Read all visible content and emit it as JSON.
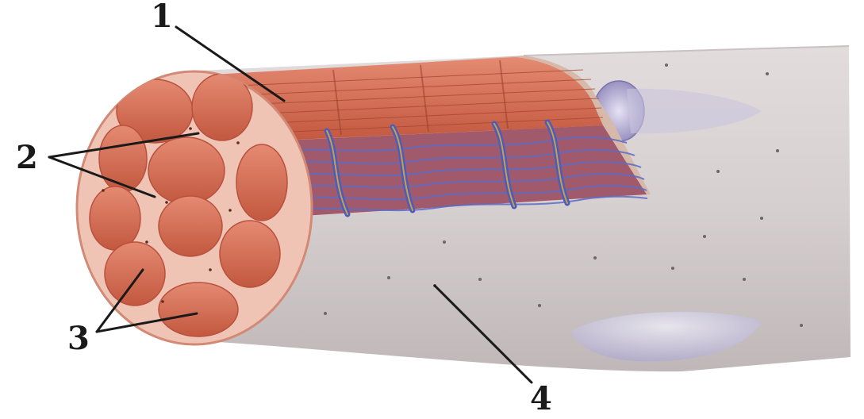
{
  "labels": {
    "one": "1",
    "two": "2",
    "three": "3",
    "four": "4"
  },
  "colors": {
    "background": "#ffffff",
    "sarcolemma": "#d2cbcb",
    "sarcolemma_shadow": "#b9b1b2",
    "myofibril": "#d9705a",
    "myofibril_edge": "#b8503d",
    "perimysium": "#f0c4b4",
    "reticulum_blue": "#5a6cc8",
    "t_tubule": "#c9a040",
    "nucleus": "#8a82b8",
    "ink": "#1a1a1a"
  },
  "icons": [
    "fiber-cross-section",
    "myofibril-bundle",
    "sarcoplasmic-reticulum",
    "nucleus-bulge"
  ]
}
